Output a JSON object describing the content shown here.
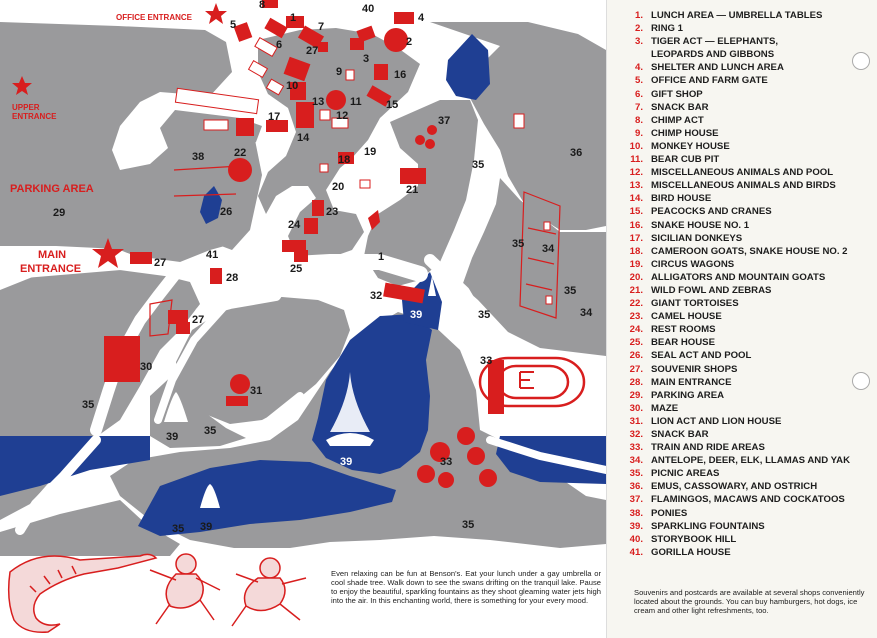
{
  "map": {
    "labels": {
      "office_entrance": "OFFICE ENTRANCE",
      "upper_entrance_1": "UPPER",
      "upper_entrance_2": "ENTRANCE",
      "parking_area": "PARKING AREA",
      "main_entrance_1": "MAIN",
      "main_entrance_2": "ENTRANCE"
    },
    "caption": "Even relaxing can be fun at Benson's. Eat your lunch under a gay umbrella or cool shade tree. Walk down to see the swans drifting on the tranquil lake. Pause to enjoy the beautiful, sparkling fountains as they shoot gleaming water jets high into the air. In this enchanting world, there is something for your every mood.",
    "colors": {
      "land": "#9a9a9c",
      "path": "#ffffff",
      "water": "#1f3f93",
      "building": "#d81e1e",
      "text": "#1a1a1a"
    }
  },
  "legend": {
    "items": [
      {
        "n": "1.",
        "text": "LUNCH AREA — UMBRELLA TABLES"
      },
      {
        "n": "2.",
        "text": "RING 1"
      },
      {
        "n": "3.",
        "text": "TIGER ACT — ELEPHANTS,"
      },
      {
        "n": "",
        "text": "LEOPARDS AND GIBBONS"
      },
      {
        "n": "4.",
        "text": "SHELTER AND LUNCH AREA"
      },
      {
        "n": "5.",
        "text": "OFFICE AND FARM GATE"
      },
      {
        "n": "6.",
        "text": "GIFT SHOP"
      },
      {
        "n": "7.",
        "text": "SNACK BAR"
      },
      {
        "n": "8.",
        "text": "CHIMP ACT"
      },
      {
        "n": "9.",
        "text": "CHIMP HOUSE"
      },
      {
        "n": "10.",
        "text": "MONKEY HOUSE"
      },
      {
        "n": "11.",
        "text": "BEAR CUB PIT"
      },
      {
        "n": "12.",
        "text": "MISCELLANEOUS ANIMALS AND POOL"
      },
      {
        "n": "13.",
        "text": "MISCELLANEOUS ANIMALS AND BIRDS"
      },
      {
        "n": "14.",
        "text": "BIRD HOUSE"
      },
      {
        "n": "15.",
        "text": "PEACOCKS AND CRANES"
      },
      {
        "n": "16.",
        "text": "SNAKE HOUSE NO. 1"
      },
      {
        "n": "17.",
        "text": "SICILIAN DONKEYS"
      },
      {
        "n": "18.",
        "text": "CAMEROON GOATS, SNAKE HOUSE NO. 2"
      },
      {
        "n": "19.",
        "text": "CIRCUS WAGONS"
      },
      {
        "n": "20.",
        "text": "ALLIGATORS AND MOUNTAIN GOATS"
      },
      {
        "n": "21.",
        "text": "WILD FOWL AND ZEBRAS"
      },
      {
        "n": "22.",
        "text": "GIANT TORTOISES"
      },
      {
        "n": "23.",
        "text": "CAMEL HOUSE"
      },
      {
        "n": "24.",
        "text": "REST ROOMS"
      },
      {
        "n": "25.",
        "text": "BEAR HOUSE"
      },
      {
        "n": "26.",
        "text": "SEAL ACT AND POOL"
      },
      {
        "n": "27.",
        "text": "SOUVENIR SHOPS"
      },
      {
        "n": "28.",
        "text": "MAIN ENTRANCE"
      },
      {
        "n": "29.",
        "text": "PARKING AREA"
      },
      {
        "n": "30.",
        "text": "MAZE"
      },
      {
        "n": "31.",
        "text": "LION ACT AND LION HOUSE"
      },
      {
        "n": "32.",
        "text": "SNACK BAR"
      },
      {
        "n": "33.",
        "text": "TRAIN AND RIDE AREAS"
      },
      {
        "n": "34.",
        "text": "ANTELOPE, DEER, ELK, LLAMAS AND YAK"
      },
      {
        "n": "35.",
        "text": "PICNIC AREAS"
      },
      {
        "n": "36.",
        "text": "EMUS, CASSOWARY, AND OSTRICH"
      },
      {
        "n": "37.",
        "text": "FLAMINGOS, MACAWS AND COCKATOOS"
      },
      {
        "n": "38.",
        "text": "PONIES"
      },
      {
        "n": "39.",
        "text": "SPARKLING FOUNTAINS"
      },
      {
        "n": "40.",
        "text": "STORYBOOK HILL"
      },
      {
        "n": "41.",
        "text": "GORILLA HOUSE"
      }
    ],
    "footnote": "Souvenirs and postcards are available at several shops conveniently located about the grounds. You can buy hamburgers, hot dogs, ice cream and other light refreshments, too."
  }
}
